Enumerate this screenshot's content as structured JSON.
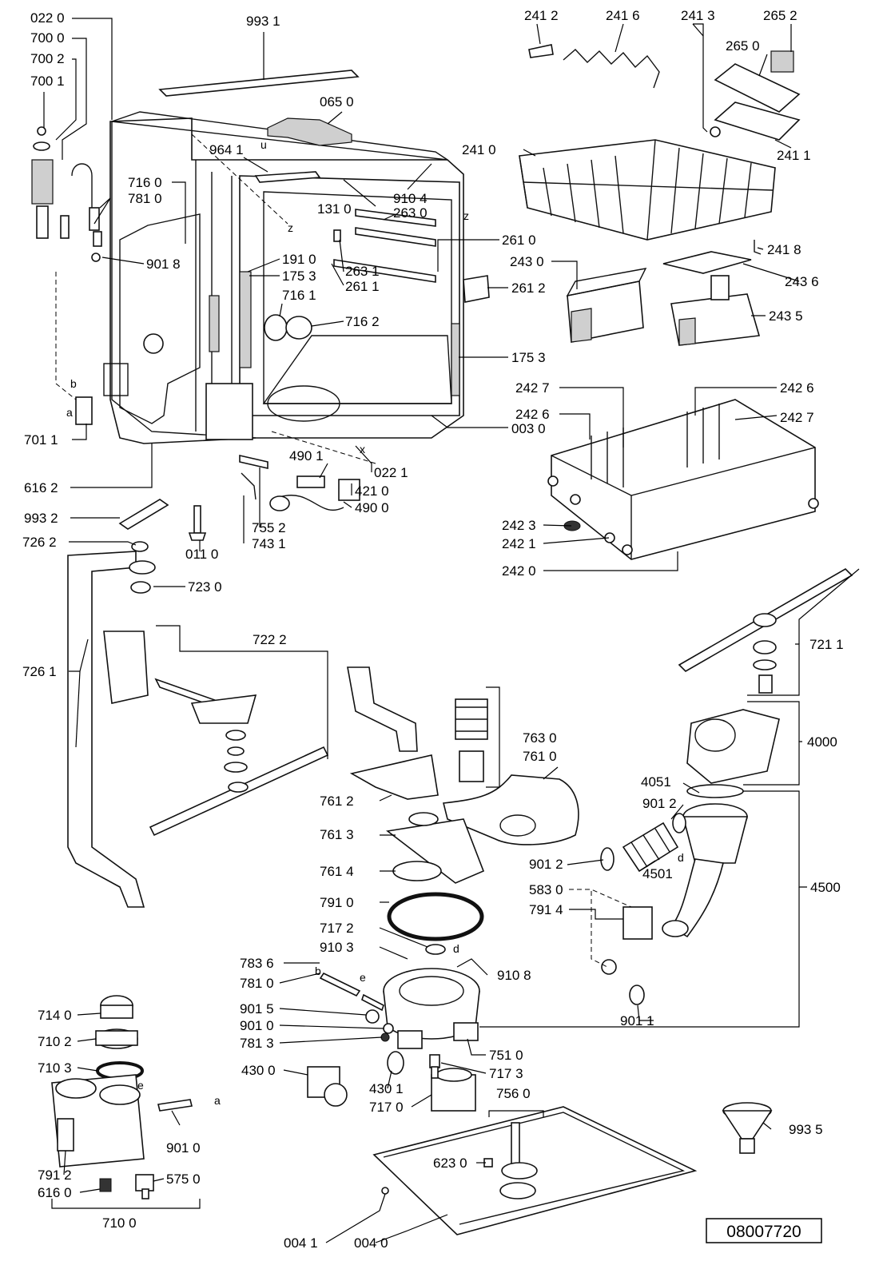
{
  "document_number": "08007720",
  "parts": {
    "p0220": "022 0",
    "p7000": "700 0",
    "p7002": "700 2",
    "p7001": "700 1",
    "p9931": "993 1",
    "p0650": "065 0",
    "p9641": "964 1",
    "p2412": "241 2",
    "p2416": "241 6",
    "p2413": "241 3",
    "p2652": "265 2",
    "p2650": "265 0",
    "p2410": "241 0",
    "p2411": "241 1",
    "p2418": "241 8",
    "p7160": "716 0",
    "p7810a": "781 0",
    "p9104": "910 4",
    "p1310": "131 0",
    "p2630": "263 0",
    "p2610": "261 0",
    "p9018": "901 8",
    "p1910": "191 0",
    "p2631": "263 1",
    "p1753a": "175 3",
    "p2611": "261 1",
    "p2612": "261 2",
    "p7161": "716 1",
    "p7162": "716 2",
    "p2430": "243 0",
    "p2436": "243 6",
    "p2435": "243 5",
    "p1753b": "175 3",
    "p2427a": "242 7",
    "p2426a": "242 6",
    "p2426b": "242 6",
    "p2427b": "242 7",
    "p0030": "003 0",
    "p7011": "701 1",
    "p4901a": "490 1",
    "p0221": "022 1",
    "p4210": "421 0",
    "p4900": "490 0",
    "p6162": "616 2",
    "p9932": "993 2",
    "p7552": "755 2",
    "p7431": "743 1",
    "p0110": "011 0",
    "p2423": "242 3",
    "p2421": "242 1",
    "p2420": "242 0",
    "p7262": "726 2",
    "p7230": "723 0",
    "p7222": "722 2",
    "p7261": "726 1",
    "p7211": "721 1",
    "p7630": "763 0",
    "p7610": "761 0",
    "p4000": "4000",
    "p4051": "4051",
    "p9012a": "901 2",
    "p7612": "761 2",
    "p7613": "761 3",
    "p4501": "4501",
    "p9012b": "901 2",
    "p7614": "761 4",
    "p5830": "583 0",
    "p4500": "4500",
    "p7910": "791 0",
    "p7914": "791 4",
    "p7172": "717 2",
    "p9103": "910 3",
    "p7836": "783 6",
    "p9108": "910 8",
    "p7810b": "781 0",
    "p9015": "901 5",
    "p9010a": "901 0",
    "p9011": "901 1",
    "p7813": "781 3",
    "p7140": "714 0",
    "p7102": "710 2",
    "p7510": "751 0",
    "p7103": "710 3",
    "p4300": "430 0",
    "p7173": "717 3",
    "p4301": "430 1",
    "p7170": "717 0",
    "p7560": "756 0",
    "p9010b": "901 0",
    "p9935": "993 5",
    "p7912": "791 2",
    "p6230": "623 0",
    "p6160": "616 0",
    "p5750": "575 0",
    "p7100": "710 0",
    "p0041": "004 1",
    "p0040": "004 0"
  },
  "reference_letters": {
    "a1": "a",
    "b1": "b",
    "z1": "z",
    "z2": "z",
    "u1": "u",
    "x1": "x",
    "d1": "d",
    "d2": "d",
    "e1": "e",
    "b2": "b",
    "e2": "e",
    "a2": "a"
  }
}
